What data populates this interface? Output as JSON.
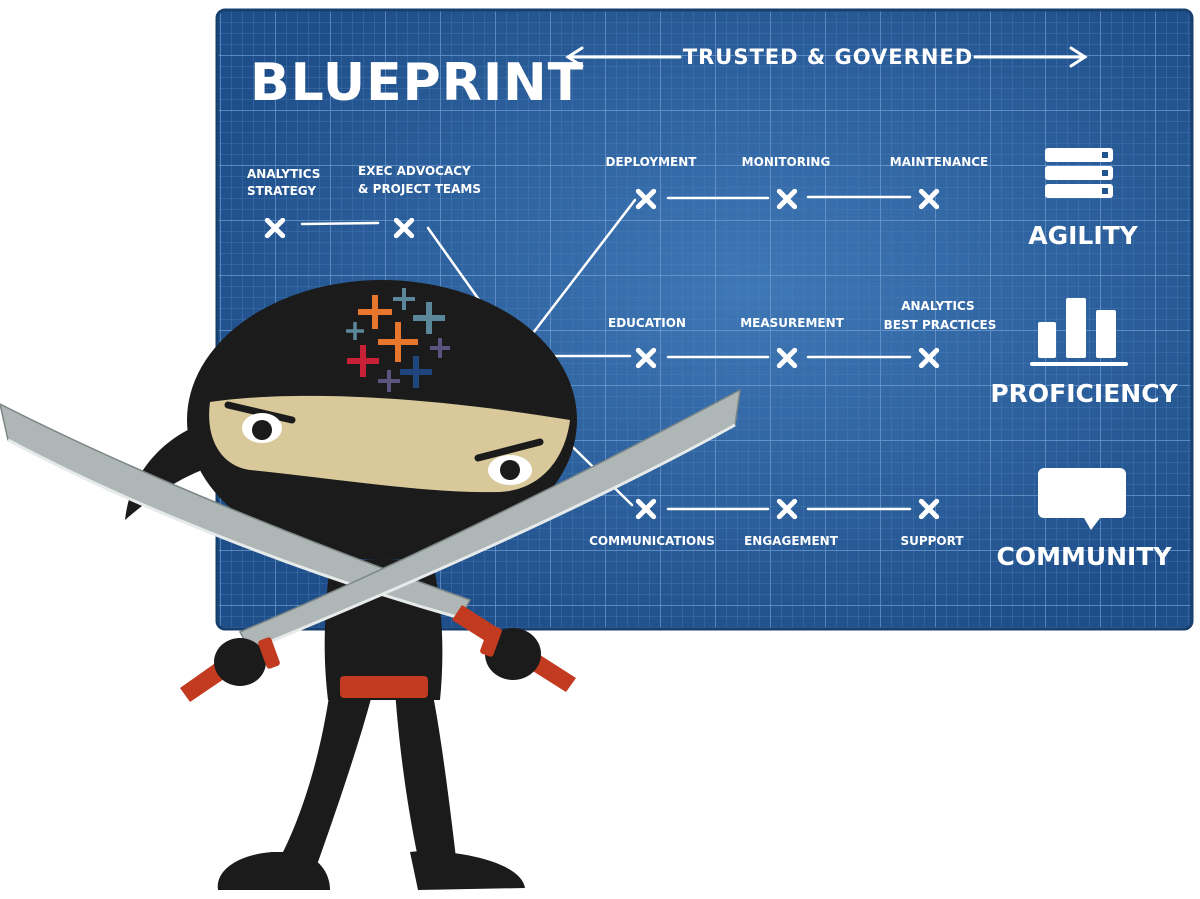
{
  "board": {
    "title": "BLUEPRINT",
    "banner": "TRUSTED & GOVERNED",
    "colors": {
      "board": "#21548f",
      "grid": "#5f8fc6",
      "ink": "#ffffff",
      "ninja": "#1b1b1b",
      "mask": "#d8c89a",
      "accent": "#c23a20"
    },
    "left_steps": [
      {
        "id": "analytics-strategy",
        "lines": [
          "ANALYTICS",
          "STRATEGY"
        ]
      },
      {
        "id": "exec-advocacy",
        "lines": [
          "EXEC ADVOCACY",
          "& PROJECT TEAMS"
        ]
      }
    ],
    "rows": [
      {
        "id": "agility",
        "nodes": [
          {
            "label_lines": [
              "DEPLOYMENT"
            ]
          },
          {
            "label_lines": [
              "MONITORING"
            ]
          },
          {
            "label_lines": [
              "MAINTENANCE"
            ]
          }
        ],
        "outcome": "AGILITY",
        "icon": "server-stack-icon"
      },
      {
        "id": "proficiency",
        "nodes": [
          {
            "label_lines": [
              "EDUCATION"
            ]
          },
          {
            "label_lines": [
              "MEASUREMENT"
            ]
          },
          {
            "label_lines": [
              "ANALYTICS",
              "BEST PRACTICES"
            ]
          }
        ],
        "outcome": "PROFICIENCY",
        "icon": "bar-chart-icon"
      },
      {
        "id": "community",
        "nodes": [
          {
            "label_lines": [
              "COMMUNICATIONS"
            ]
          },
          {
            "label_lines": [
              "ENGAGEMENT"
            ]
          },
          {
            "label_lines": [
              "SUPPORT"
            ]
          }
        ],
        "outcome": "COMMUNITY",
        "icon": "speech-bubble-icon"
      }
    ]
  }
}
